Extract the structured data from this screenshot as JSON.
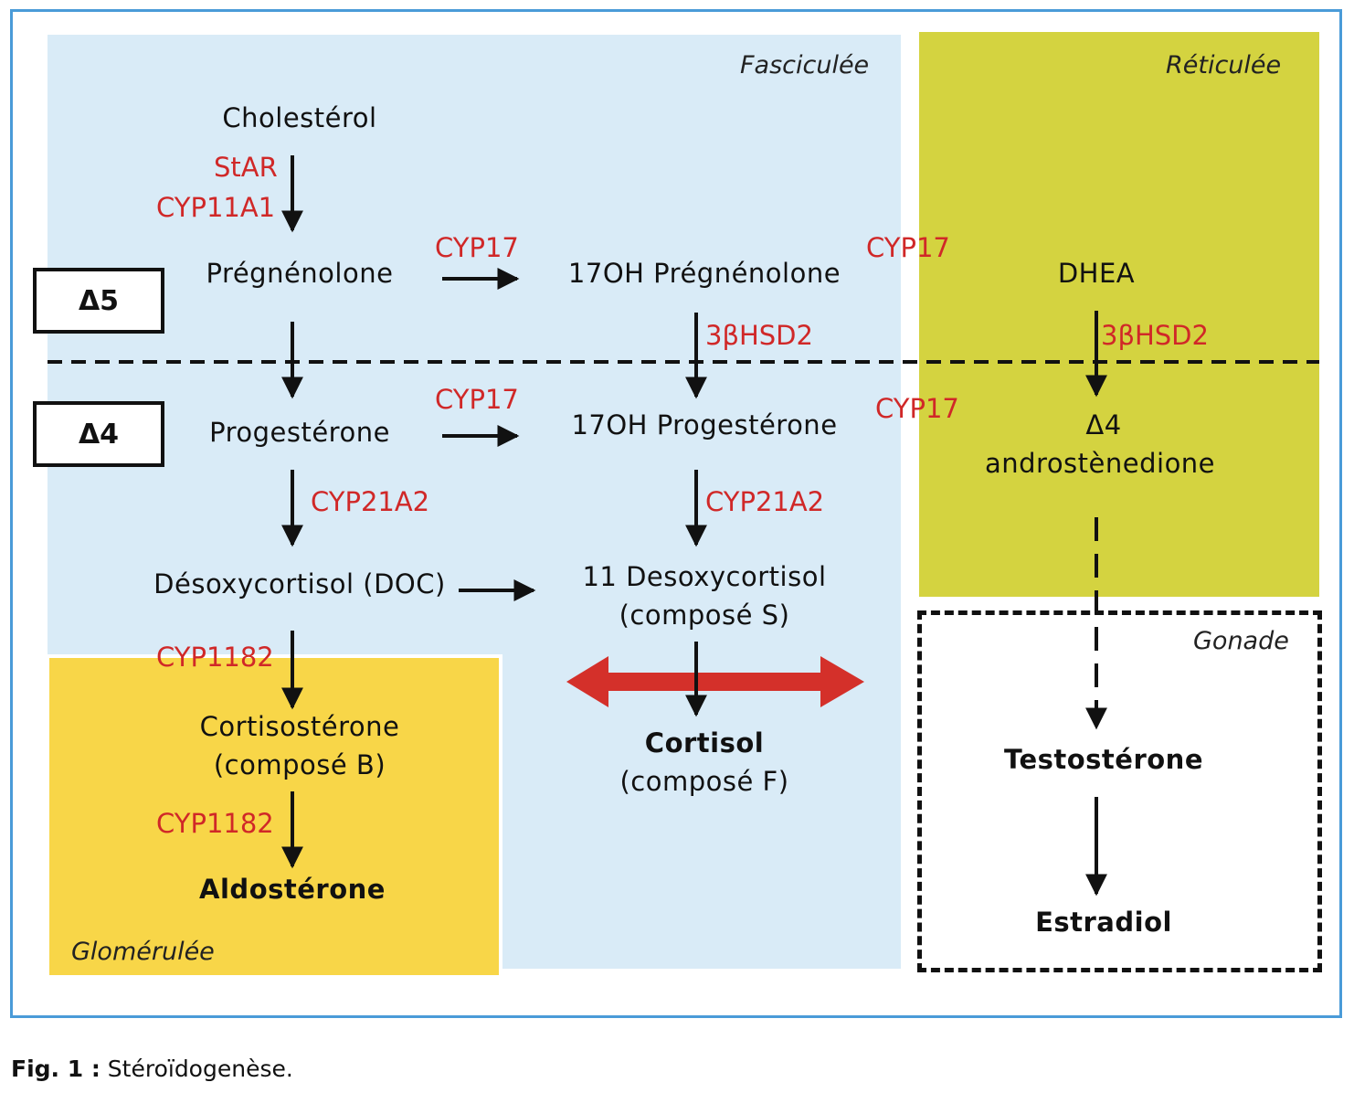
{
  "zones": {
    "fasciculee": "Fasciculée",
    "reticulee": "Réticulée",
    "glomerulee": "Glomérulée",
    "gonade": "Gonade"
  },
  "deltas": {
    "d5": "Δ5",
    "d4": "Δ4"
  },
  "compounds": {
    "cholesterol": "Cholestérol",
    "pregnenolone": "Prégnénolone",
    "oh17_pregnenolone": "17OH Prégnénolone",
    "dhea": "DHEA",
    "progesterone": "Progestérone",
    "oh17_progesterone": "17OH Progestérone",
    "androstenedione_1": "Δ4",
    "androstenedione_2": "androstènedione",
    "doc": "Désoxycortisol (DOC)",
    "desoxycortisol11_1": "11 Desoxycortisol",
    "desoxycortisol11_2": "(composé S)",
    "corticosterone_1": "Cortisostérone",
    "corticosterone_2": "(composé B)",
    "cortisol_1": "Cortisol",
    "cortisol_2": "(composé F)",
    "aldosterone": "Aldostérone",
    "testosterone": "Testostérone",
    "estradiol": "Estradiol"
  },
  "enzymes": {
    "star": "StAR",
    "cyp11a1": "CYP11A1",
    "cyp17_a": "CYP17",
    "cyp17_b": "CYP17",
    "cyp17_c": "CYP17",
    "cyp17_d": "CYP17",
    "hsd_a": "3βHSD2",
    "hsd_b": "3βHSD2",
    "cyp21a2_a": "CYP21A2",
    "cyp21a2_b": "CYP21A2",
    "cyp1182_a": "CYP1182",
    "cyp1182_b": "CYP1182"
  },
  "caption": {
    "label": "Fig. 1 :",
    "text": " Stéroïdogenèse."
  },
  "colors": {
    "frame": "#4a9bd8",
    "fasciculee": "#d9ebf7",
    "reticulee": "#d4d340",
    "glomerulee": "#f8d648",
    "enzyme": "#d02828",
    "double_arrow": "#d4302a"
  }
}
